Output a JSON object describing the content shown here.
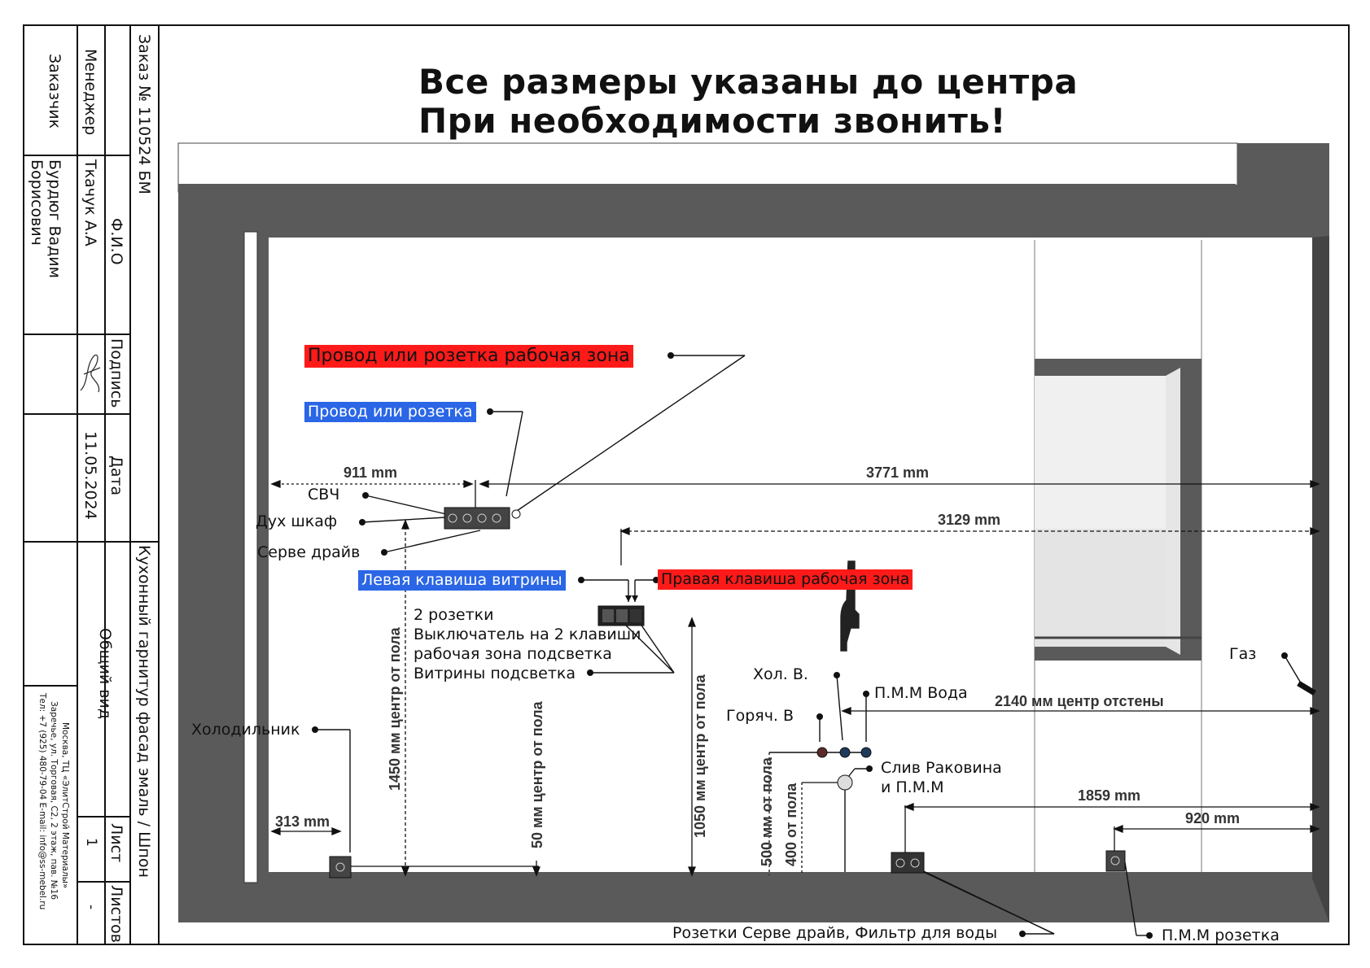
{
  "headline": {
    "line1": "Все размеры указаны до центра",
    "line2": "При необходимости звонить!"
  },
  "title_block": {
    "col_customer_label": "Заказчик",
    "col_customer_name_line1": "Бурдюг Вадим",
    "col_customer_name_line2": "Борисович",
    "col_manager_label": "Менеджер",
    "col_manager_name": "Ткачук А.А",
    "col_fio_label": "Ф.И.О",
    "col_signature_label": "Подпись",
    "col_date_label": "Дата",
    "date_value": "11.05.2024",
    "order": "Заказ № 110524 БМ",
    "view_name": "Общий вид",
    "project": "Кухонный гарнитур фасад эмаль / Шпон",
    "sheet_label": "Лист",
    "sheet_value": "1",
    "sheets_label": "Листов",
    "sheets_value": "-",
    "company_line1": "Москва, ТЦ «ЭлитСтрой Материалы»",
    "company_line2": "Заречье, ул. Торговая, С2, 2 этаж, пав. №16",
    "company_line3": "Тел: +7 (925) 480-79-04 E-mail: info@ss-mebel.ru"
  },
  "callouts": {
    "red_work_zone": "Провод или розетка рабочая зона",
    "blue_wire": "Провод или розетка",
    "blue_left_key": "Левая клавиша витрины",
    "red_right_key": "Правая клавиша рабочая зона",
    "svch": "СВЧ",
    "oven": "Дух шкаф",
    "serve": "Серве драйв",
    "two_outlets_1": "2 розетки",
    "two_outlets_2": "Выключатель на 2 клавиши",
    "two_outlets_3": "рабочая зона подсветка",
    "two_outlets_4": "Витрины подсветка",
    "fridge": "Холодильник",
    "cold": "Хол. В.",
    "hot": "Горяч. В",
    "dishwasher_water": "П.М.М Вода",
    "drain_1": "Слив Раковина",
    "drain_2": "и П.М.М",
    "gas": "Газ",
    "bottom_outlets": "Розетки Серве драйв, Фильтр для воды",
    "dishwasher_outlet": "П.М.М розетка"
  },
  "dimensions": {
    "d911": "911 mm",
    "d3771": "3771 mm",
    "d3129": "3129 mm",
    "d2140": "2140 мм центр отстены",
    "d1859": "1859 mm",
    "d920": "920 mm",
    "d313": "313 mm",
    "d1450": "1450 мм центр от пола",
    "d50": "50 мм центр от пола",
    "d1050": "1050 мм центр от пола",
    "d500": "500 мм от пола",
    "d400": "400 от пола"
  },
  "colors": {
    "callout_red": "#ff1a1a",
    "callout_blue": "#2a66e6",
    "wall_dark": "#5a5a5a",
    "wall_face": "#ffffff"
  }
}
